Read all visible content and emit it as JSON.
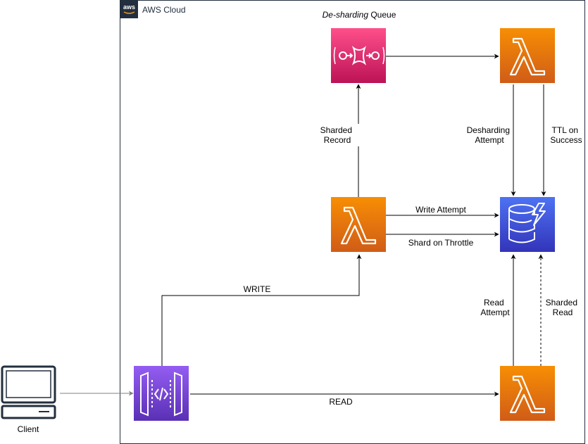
{
  "cloud": {
    "label": "AWS Cloud",
    "logo_text": "aws",
    "border_color": "#232f3e"
  },
  "client": {
    "label": "Client",
    "icon": "laptop-icon"
  },
  "queue": {
    "title_italic": "De-sharding",
    "title_rest": " Queue",
    "icon": "sqs-queue-icon",
    "color_top": "#ff4f8b",
    "color_bottom": "#bc1356"
  },
  "lambda": {
    "icon": "lambda-icon",
    "color_top": "#f78e04",
    "color_bottom": "#d05c17"
  },
  "dynamodb": {
    "icon": "dynamodb-icon",
    "color_top": "#4d72f3",
    "color_bottom": "#3334b9"
  },
  "api_gateway": {
    "icon": "api-gateway-icon",
    "color_top": "#945df2",
    "color_bottom": "#5a30b5"
  },
  "edges": {
    "sharded_record": [
      "Sharded",
      "Record"
    ],
    "desharding_attempt": [
      "Desharding",
      "Attempt"
    ],
    "ttl_on_success": [
      "TTL on",
      "Success"
    ],
    "write_attempt": "Write Attempt",
    "shard_on_throttle": "Shard on Throttle",
    "write": "WRITE",
    "read": "READ",
    "read_attempt": [
      "Read",
      "Attempt"
    ],
    "sharded_read": [
      "Sharded",
      "Read"
    ]
  }
}
